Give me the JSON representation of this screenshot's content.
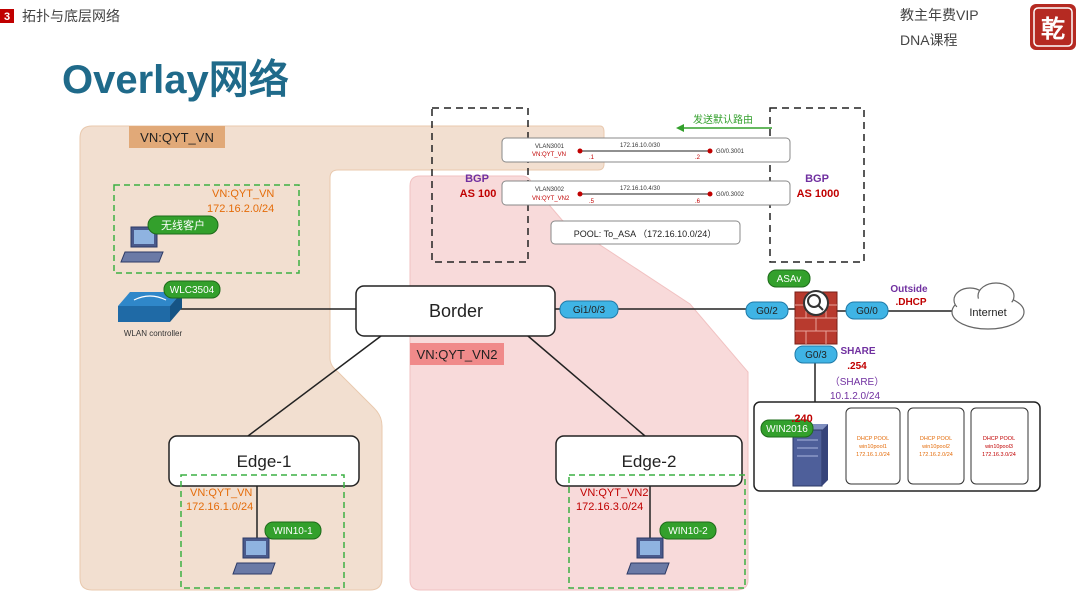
{
  "header": {
    "section_number": "3",
    "section_title": "拓扑与底层网络",
    "brand_line1": "教主年费VIP",
    "brand_line2": "DNA课程",
    "logo_text": "乾"
  },
  "title": "Overlay网络",
  "colors": {
    "title": "#1f6a8a",
    "vn1_region": "#f1dccb",
    "vn2_region": "#f8d6d6",
    "label_orange": "#e46c0a",
    "label_red": "#c00000",
    "label_purple": "#7030a0",
    "port_blue": "#3fb4e5",
    "green_badge": "#33a02c",
    "dashed_green": "#3cb043"
  },
  "vn_labels": {
    "vn1": "VN:QYT_VN",
    "vn2": "VN:QYT_VN2"
  },
  "wireless_group": {
    "vn": "VN:QYT_VN",
    "subnet": "172.16.2.0/24",
    "client_badge": "无线客户"
  },
  "wlc": {
    "badge": "WLC3504",
    "caption": "WLAN controller"
  },
  "border": {
    "label": "Border",
    "port": "Gi1/0/3"
  },
  "edge1": {
    "label": "Edge-1",
    "vn": "VN:QYT_VN",
    "subnet": "172.16.1.0/24",
    "host": "WIN10-1"
  },
  "edge2": {
    "label": "Edge-2",
    "vn": "VN:QYT_VN2",
    "subnet": "172.16.3.0/24",
    "host": "WIN10-2"
  },
  "bgp_left": {
    "title": "BGP",
    "as": "AS 100"
  },
  "bgp_right": {
    "title": "BGP",
    "as": "AS 1000"
  },
  "default_route": "发送默认路由",
  "link1": {
    "vlan": "VLAN3001",
    "vn": "VN:QYT_VN",
    "subnet": "172.16.10.0/30",
    "left_ip": ".1",
    "right_ip": ".2",
    "iface": "G0/0.3001"
  },
  "link2": {
    "vlan": "VLAN3002",
    "vn": "VN:QYT_VN2",
    "subnet": "172.16.10.4/30",
    "left_ip": ".5",
    "right_ip": ".6",
    "iface": "G0/0.3002"
  },
  "pool": "POOL: To_ASA （172.16.10.0/24）",
  "asa": {
    "badge": "ASAv",
    "port_in": "G0/2",
    "port_out": "G0/0",
    "port_share": "G0/3",
    "outside_line1": "Outside",
    "outside_line2": ".DHCP",
    "share_line1": "SHARE",
    "share_line2": ".254",
    "share_line3": "（SHARE）",
    "share_subnet": "10.1.2.0/24"
  },
  "internet": "Internet",
  "server": {
    "badge": "WIN2016",
    "ip": ".240",
    "pools": [
      {
        "title": "DHCP POOL",
        "name": "win10pool1",
        "subnet": "172.16.1.0/24"
      },
      {
        "title": "DHCP POOL",
        "name": "win10pool2",
        "subnet": "172.16.2.0/24"
      },
      {
        "title": "DHCP POOL",
        "name": "win10pool3",
        "subnet": "172.16.3.0/24"
      }
    ]
  }
}
